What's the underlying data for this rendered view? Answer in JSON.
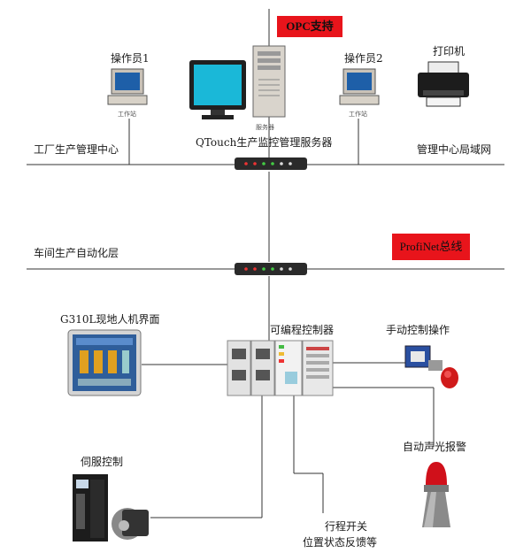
{
  "badges": {
    "opc": "OPC支持",
    "profinet": "ProfiNet总线"
  },
  "layers": {
    "factory": "工厂生产管理中心",
    "lan": "管理中心局域网",
    "workshop": "车间生产自动化层"
  },
  "devices": {
    "operator1": "操作员1",
    "operator2": "操作员2",
    "printer": "打印机",
    "server": "QTouch生产监控管理服务器",
    "server_caption": "服务器",
    "workstation_caption": "工作站",
    "hmi": "G310L现地人机界面",
    "plc": "可编程控制器",
    "manual": "手动控制操作",
    "alarm": "自动声光报警",
    "servo": "伺服控制",
    "limit_switch_1": "行程开关",
    "limit_switch_2": "位置状态反馈等"
  },
  "colors": {
    "badge_red": "#e8141b",
    "line": "#333333"
  }
}
